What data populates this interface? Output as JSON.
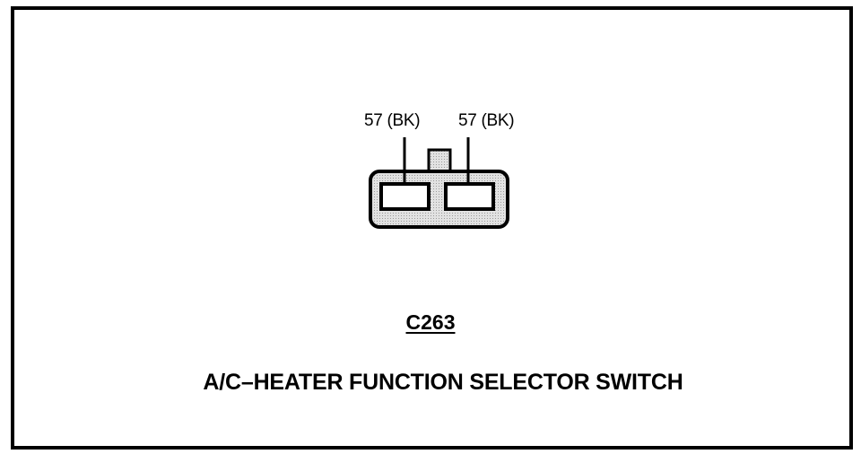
{
  "diagram": {
    "wire_labels": [
      "57 (BK)",
      "57 (BK)"
    ],
    "connector_id": "C263",
    "component_name": "A/C–HEATER FUNCTION SELECTOR SWITCH",
    "colors": {
      "line": "#000000",
      "body_fill": "#d6d6d6",
      "background": "#ffffff"
    }
  }
}
